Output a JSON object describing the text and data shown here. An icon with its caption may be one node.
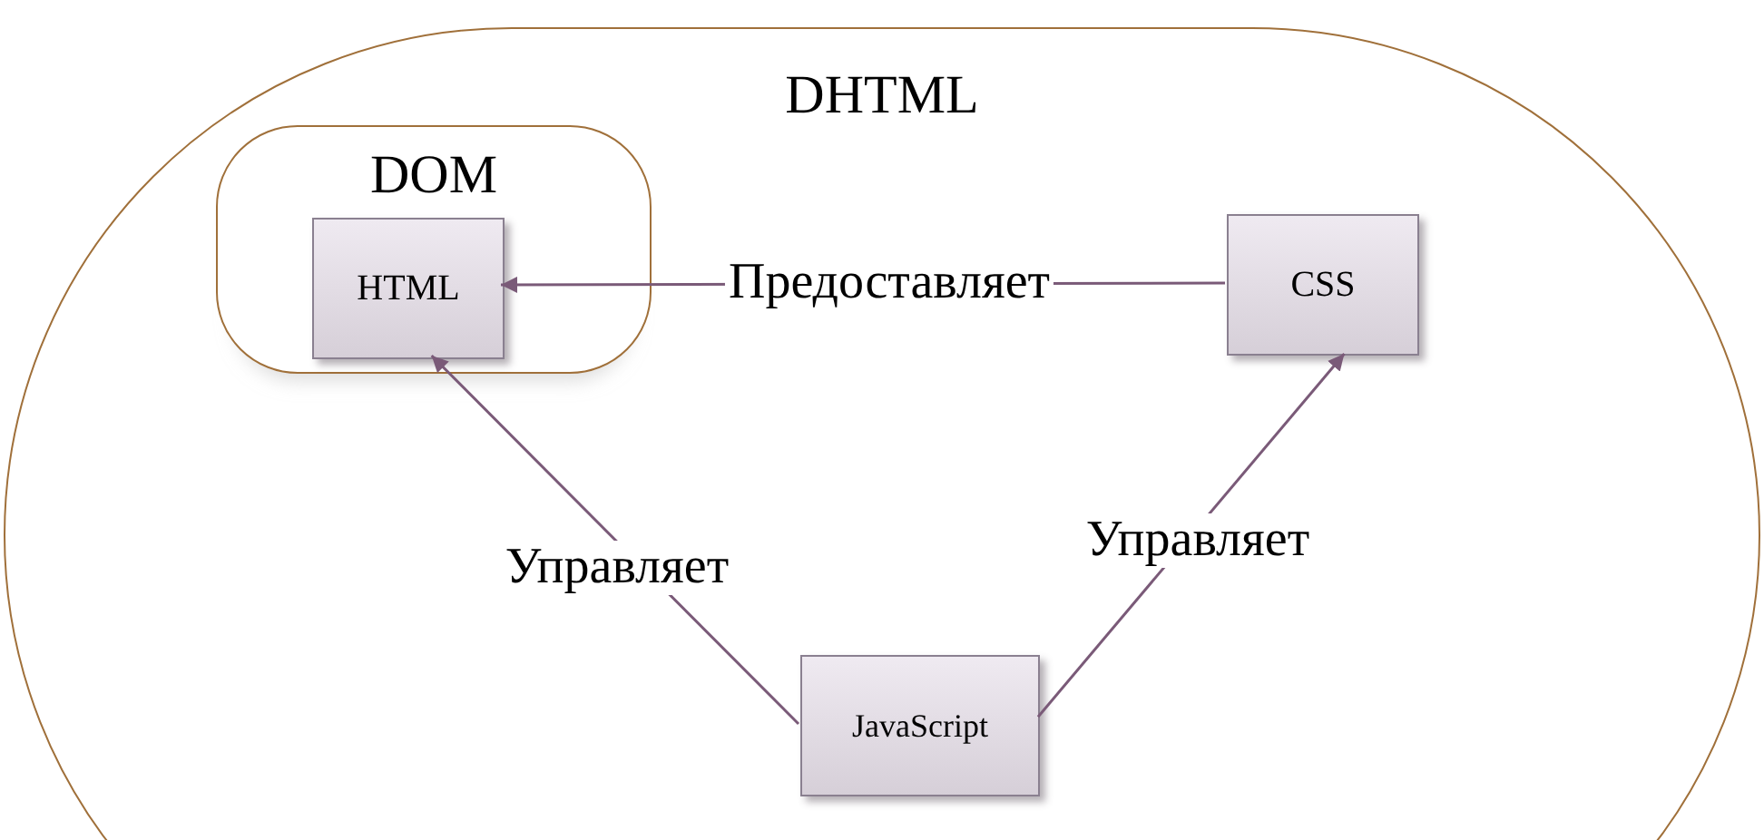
{
  "diagram": {
    "nodes": [
      {
        "text": [
          "DHTML"
        ]
      },
      {
        "text": [
          "DOM"
        ],
        "in": 0
      },
      {
        "text": [
          "HTML"
        ],
        "in": 1
      },
      {
        "text": [
          "CSS"
        ],
        "in": 0
      },
      {
        "text": [
          "JavaScript"
        ],
        "in": 0
      }
    ],
    "edges": [
      {
        "from": 3,
        "to": 2,
        "arrow": "to",
        "label": "Предоставляет"
      },
      {
        "from": 4,
        "to": 2,
        "arrow": "to",
        "label": "Управляет"
      },
      {
        "from": 4,
        "to": 3,
        "arrow": "to",
        "label": "Управляет"
      }
    ]
  }
}
